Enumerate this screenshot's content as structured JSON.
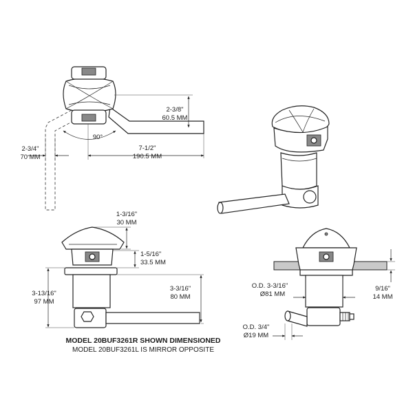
{
  "dimensions": {
    "top_view": {
      "width_2_3_4": [
        "2-3/4\"",
        "70 MM"
      ],
      "length_7_1_2": [
        "7-1/2\"",
        "190.5 MM"
      ],
      "offset_2_3_8": [
        "2-3/8\"",
        "60.5 MM"
      ],
      "angle": "90°"
    },
    "front_view": {
      "cap_1_3_16": [
        "1-3/16\"",
        "30 MM"
      ],
      "body_1_5_16": [
        "1-5/16\"",
        "33.5 MM"
      ],
      "height_3_13_16": [
        "3-13/16\"",
        "97 MM"
      ],
      "below_3_3_16": [
        "3-3/16\"",
        "80 MM"
      ]
    },
    "side_view": {
      "od_body": [
        "O.D. 3-3/16\"",
        "Ø81 MM"
      ],
      "od_pipe": [
        "O.D. 3/4\"",
        "Ø19 MM"
      ],
      "depth_9_16": [
        "9/16\"",
        "14 MM"
      ]
    }
  },
  "caption": {
    "title": "MODEL 20BUF3261R SHOWN DIMENSIONED",
    "subtitle": "MODEL 20BUF3261L IS MIRROR OPPOSITE"
  }
}
